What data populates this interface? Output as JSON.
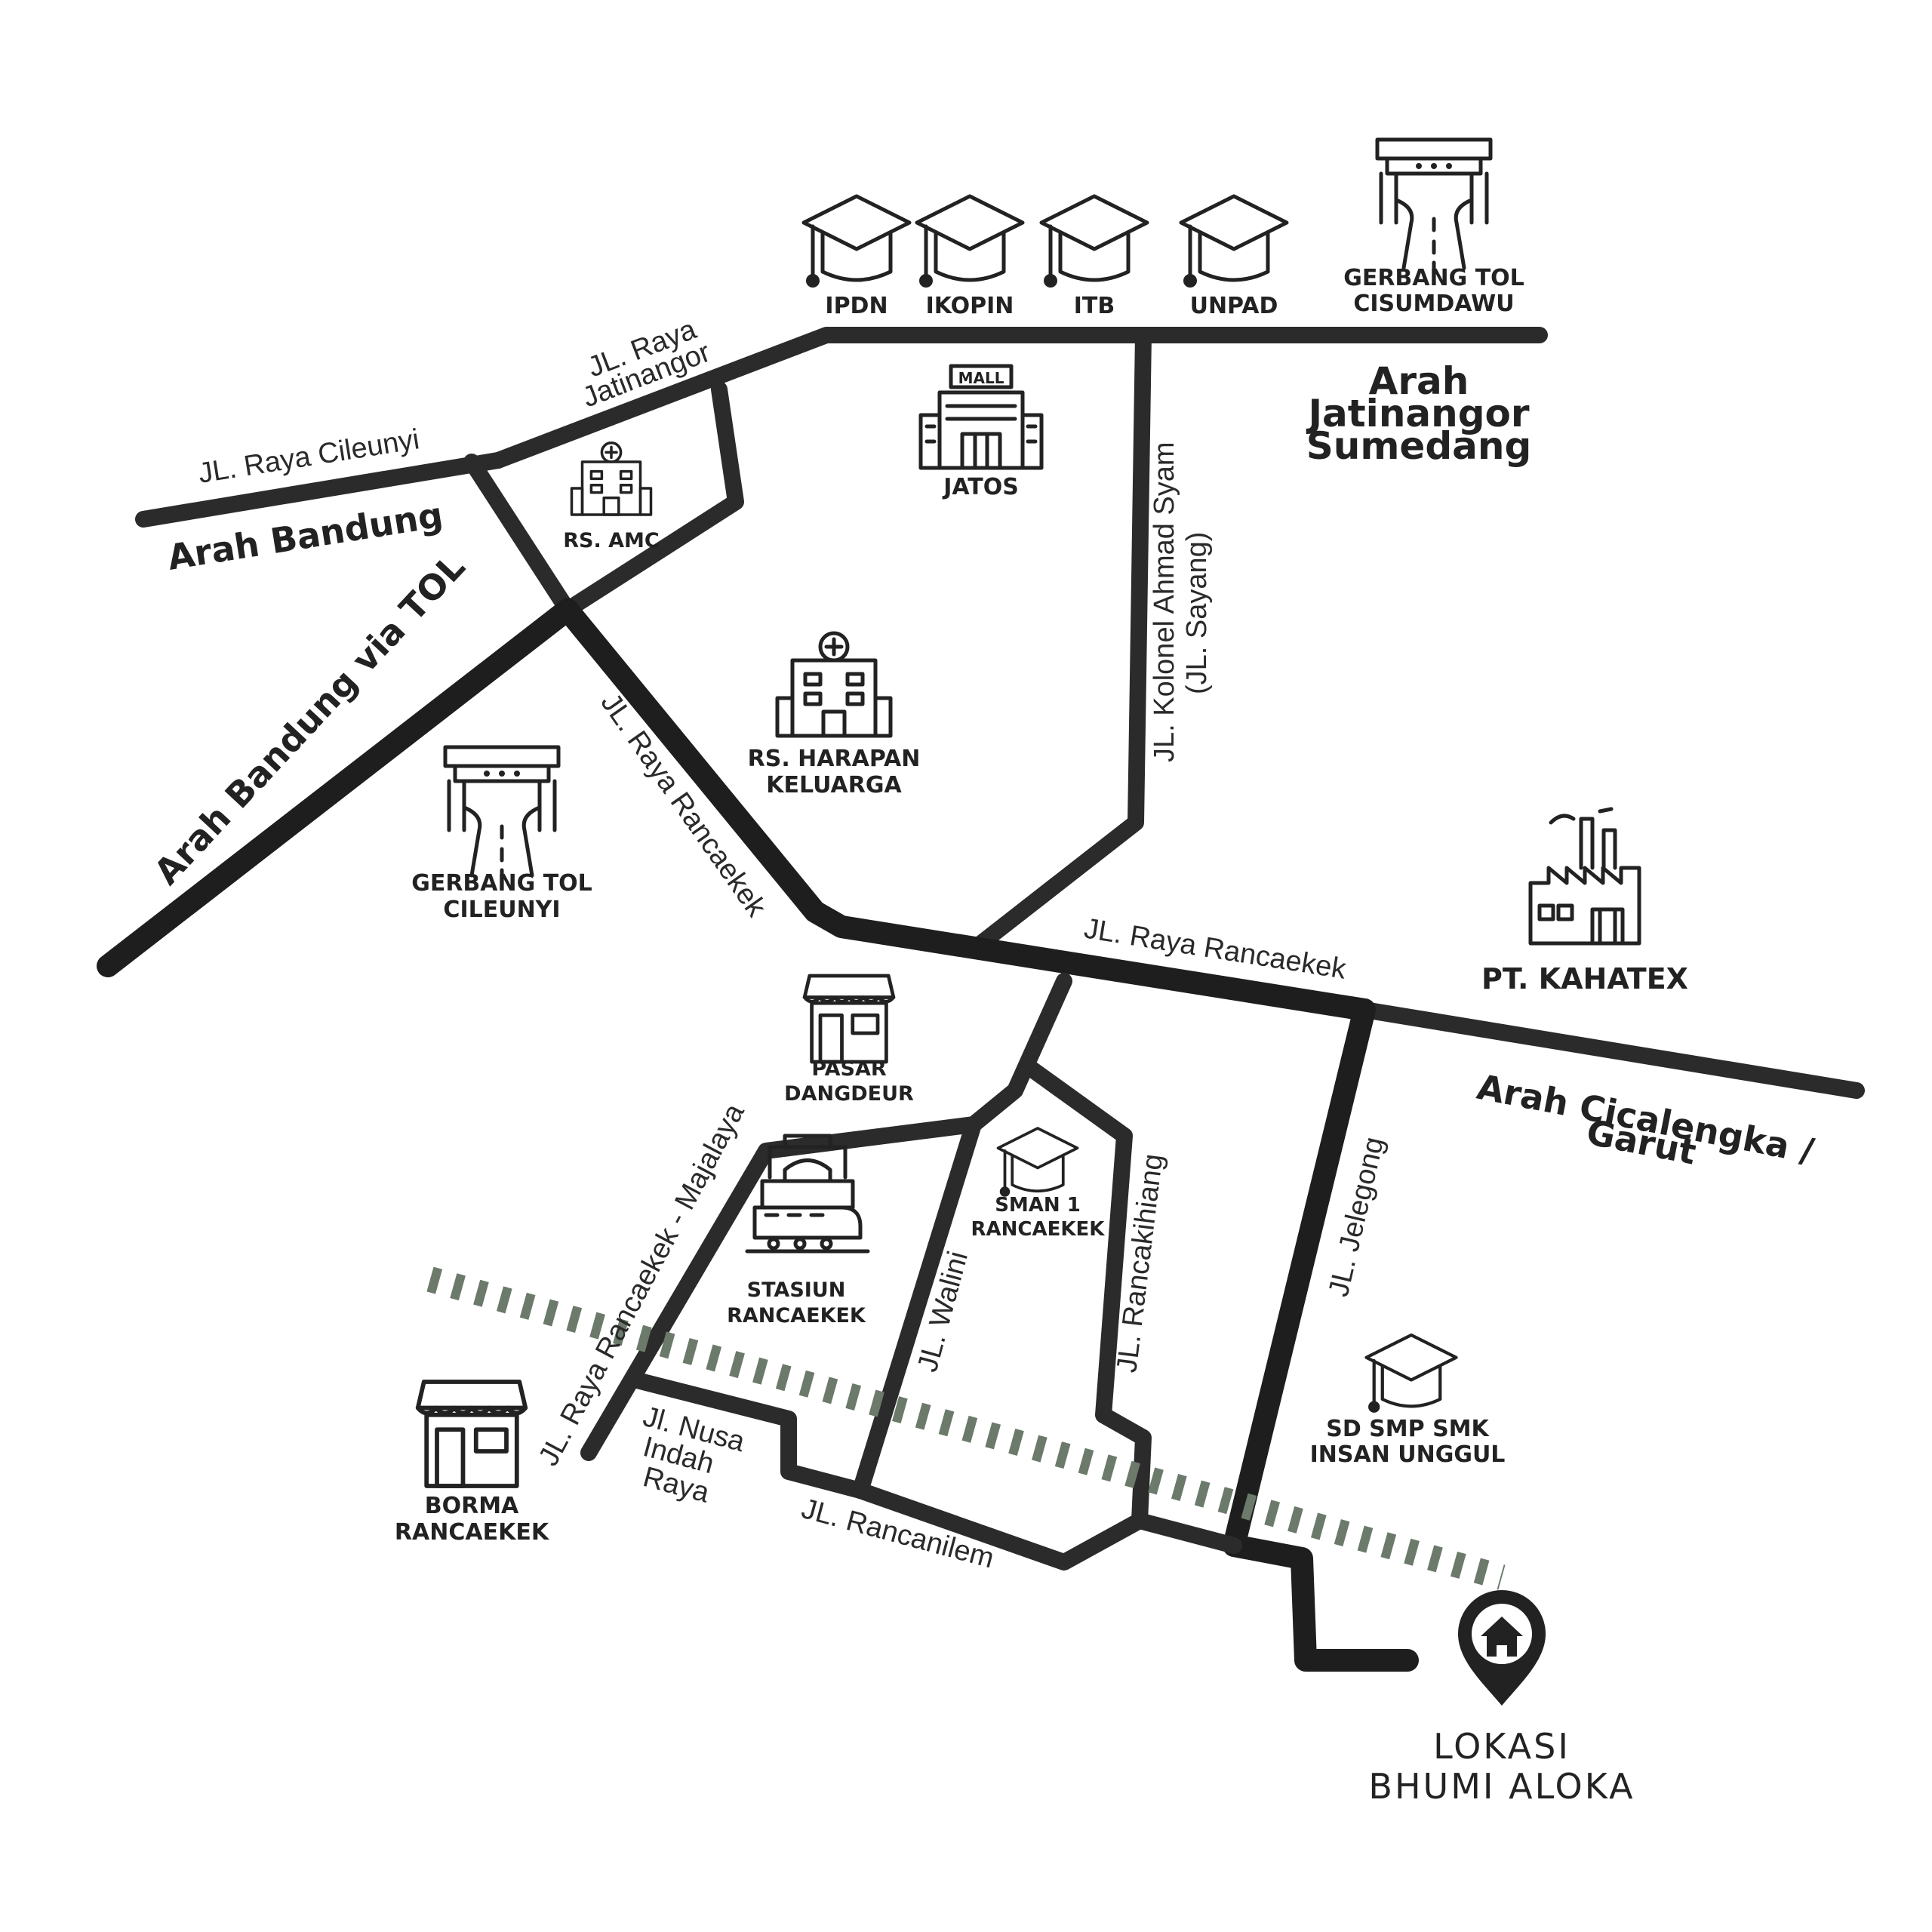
{
  "streets": {
    "jl_raya_cileunyi": "JL. Raya Cileunyi",
    "jl_raya_jatinangor_1": "JL. Raya",
    "jl_raya_jatinangor_2": "Jatinangor",
    "jl_raya_rancaekek_diag": "JL. Raya Rancaekek",
    "jl_raya_rancaekek_main": "JL. Raya Rancaekek",
    "jl_kolonel_1": "JL. Kolonel Ahmad Syam",
    "jl_kolonel_2": "(JL. Sayang)",
    "jl_raya_rancaekek_majalaya": "JL. Raya Rancaekek - Majalaya",
    "jl_walini": "JL. Walini",
    "jl_rancakihiang": "JL. Rancakihiang",
    "jl_jelegong": "JL. Jelegong",
    "jl_nusa_1": "Jl. Nusa",
    "jl_nusa_2": "Indah",
    "jl_nusa_3": "Raya",
    "jl_rancanilem": "JL. Rancanilem"
  },
  "directions": {
    "bandung": "Arah Bandung",
    "bandung_tol": "Arah Bandung via TOL",
    "jatinangor_1": "Arah",
    "jatinangor_2": "Jatinangor",
    "jatinangor_3": "Sumedang",
    "cicalengka_1": "Arah Cicalengka /",
    "cicalengka_2": "Garut"
  },
  "pois": {
    "ipdn": "IPDN",
    "ikopin": "IKOPIN",
    "itb": "ITB",
    "unpad": "UNPAD",
    "gerbang_cisumdawu_1": "GERBANG TOL",
    "gerbang_cisumdawu_2": "CISUMDAWU",
    "jatos": "JATOS",
    "mall_sign": "MALL",
    "rs_amc": "RS. AMC",
    "rs_harapan_1": "RS. HARAPAN",
    "rs_harapan_2": "KELUARGA",
    "gerbang_cileunyi_1": "GERBANG TOL",
    "gerbang_cileunyi_2": "CILEUNYI",
    "pt_kahatex": "PT. KAHATEX",
    "pasar_1": "PASAR",
    "pasar_2": "DANGDEUR",
    "sman_1": "SMAN 1",
    "sman_2": "RANCAEKEK",
    "stasiun_1": "STASIUN",
    "stasiun_2": "RANCAEKEK",
    "borma_1": "BORMA",
    "borma_2": "RANCAEKEK",
    "sd_1": "SD SMP SMK",
    "sd_2": "INSAN UNGGUL",
    "lokasi_1": "LOKASI",
    "lokasi_2": "BHUMI ALOKA"
  },
  "icons": {
    "university": "graduation-cap-icon",
    "toll_gate": "toll-gate-icon",
    "mall": "mall-building-icon",
    "hospital": "hospital-icon",
    "factory": "factory-icon",
    "market": "shop-icon",
    "station": "train-station-icon",
    "location": "home-pin-icon"
  },
  "colors": {
    "road": "#2b2b2b",
    "rail": "#6b7a6a",
    "text": "#222222"
  }
}
